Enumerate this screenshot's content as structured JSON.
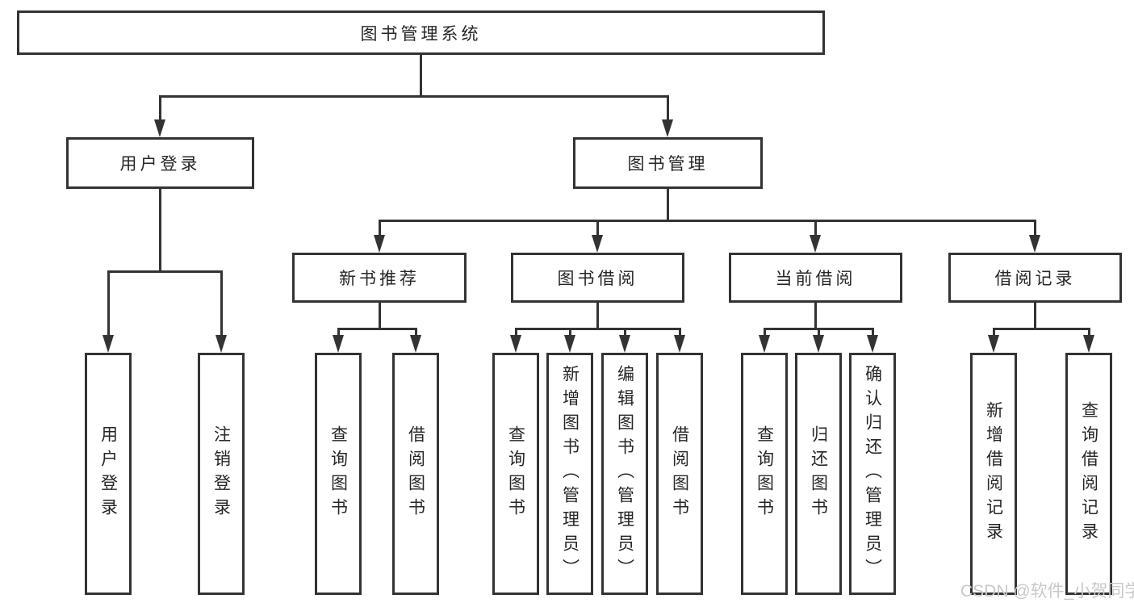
{
  "diagram": {
    "root": {
      "label": "图书管理系统"
    },
    "branches": {
      "user": {
        "label": "用户登录",
        "leaves": [
          "用户登录",
          "注销登录"
        ]
      },
      "management": {
        "label": "图书管理",
        "sections": [
          {
            "label": "新书推荐",
            "leaves": [
              "查询图书",
              "借阅图书"
            ]
          },
          {
            "label": "图书借阅",
            "leaves": [
              "查询图书",
              "新增图书（管理员）",
              "编辑图书（管理员）",
              "借阅图书"
            ]
          },
          {
            "label": "当前借阅",
            "leaves": [
              "查询图书",
              "归还图书",
              "确认归还（管理员）"
            ]
          },
          {
            "label": "借阅记录",
            "leaves": [
              "新增借阅记录",
              "查询借阅记录"
            ]
          }
        ]
      }
    },
    "style": {
      "line_color": "#333333",
      "text_color": "#262626",
      "box_background": "#ffffff",
      "page_background": "#ffffff",
      "watermark_color": "#c9c9c9"
    }
  },
  "watermark": {
    "text": "CSDN @软件_小贺同学"
  }
}
